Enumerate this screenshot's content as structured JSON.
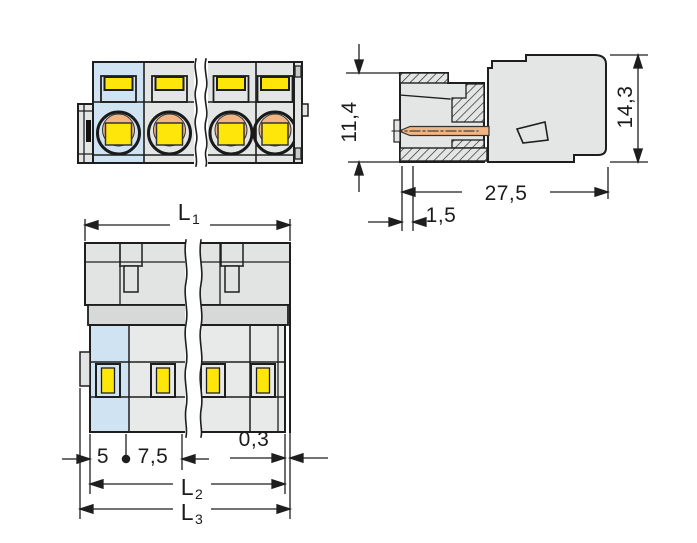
{
  "dimensions": {
    "side_view": {
      "height_inner": "11,4",
      "height_overall": "14,3",
      "depth": "27,5",
      "pin_setback": "1,5"
    },
    "top_view": {
      "l1": {
        "base": "L",
        "sub": "1"
      },
      "l2": {
        "base": "L",
        "sub": "2"
      },
      "l3": {
        "base": "L",
        "sub": "3"
      },
      "edge_to_pole": "5",
      "pole_pitch": "7,5",
      "edge_gap": "0,3"
    }
  },
  "colors": {
    "body_gray": "#e4e6e6",
    "band_gray": "#d7d9d9",
    "pole1_blue": "#cfe3f2",
    "marker_yellow": "#ffe60a",
    "contact_orange": "#f1b583",
    "line": "#1e1e1e"
  }
}
